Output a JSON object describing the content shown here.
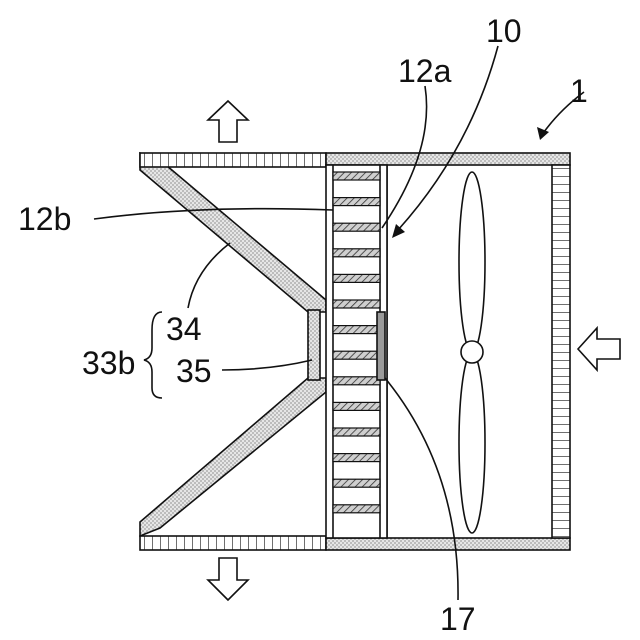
{
  "diagram": {
    "labels": {
      "assembly": "1",
      "heat_exchanger": "10",
      "fin_a": "12a",
      "fin_b": "12b",
      "housing_group": "33b",
      "inclined_wall": "34",
      "vertical_wall": "35",
      "seal": "17"
    },
    "colors": {
      "line": "#111111",
      "fill_dotted": "#e4e4e4",
      "tube_hatch": "#8a8a8a"
    },
    "icons": [
      "arrow-up-icon",
      "arrow-down-icon",
      "arrow-left-icon",
      "fan-icon"
    ]
  }
}
